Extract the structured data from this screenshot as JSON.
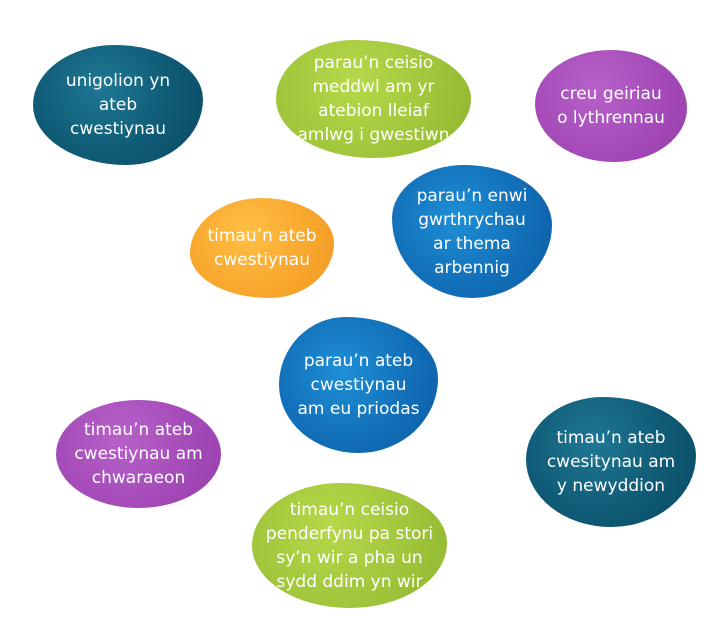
{
  "bubbles": [
    {
      "text": "unigolion yn\nateb\ncwestiynau",
      "color": "#0f5a75"
    },
    {
      "text": "parau’n ceisio\nmeddwl am yr\natebion lleiaf\namlwg i gwestiwn",
      "color": "#9fc43a"
    },
    {
      "text": "creu geiriau\no lythrennau",
      "color": "#a349b8"
    },
    {
      "text": "parau’n enwi\ngwrthrychau\nar thema\narbennig",
      "color": "#126fb8"
    },
    {
      "text": "timau’n ateb\ncwestiynau",
      "color": "#f8a52c"
    },
    {
      "text": "parau’n ateb\ncwestiynau\nam eu priodas",
      "color": "#126fb8"
    },
    {
      "text": "timau’n ateb\ncwestiynau am\nchwaraeon",
      "color": "#a349b8"
    },
    {
      "text": "timau’n ateb\ncwesitynau am\ny newyddion",
      "color": "#0f5a75"
    },
    {
      "text": "timau’n ceisio\npenderfynu pa stori\nsy’n wir a pha un\nsydd ddim yn wir",
      "color": "#9fc43a"
    }
  ]
}
